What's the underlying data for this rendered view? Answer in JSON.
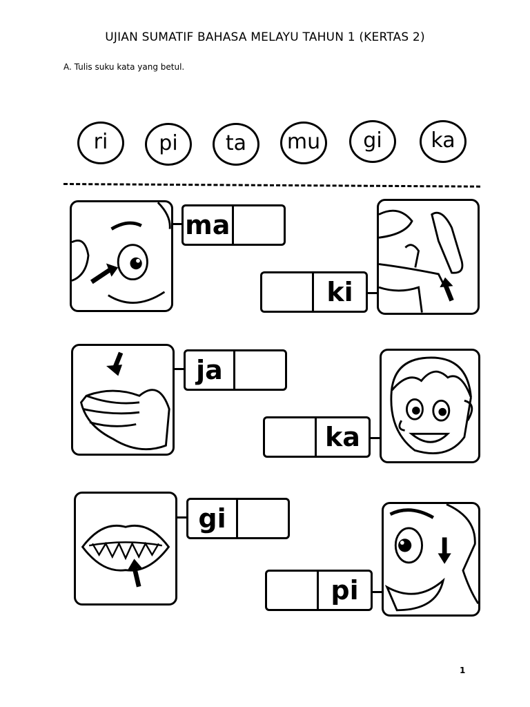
{
  "page_title": "UJIAN SUMATIF BAHASA MELAYU TAHUN 1 (KERTAS 2)",
  "instruction": "A. Tulis suku kata yang betul.",
  "page_number": "1",
  "syllable_bank": [
    "ri",
    "pi",
    "ta",
    "mu",
    "gi",
    "ka"
  ],
  "exercises": [
    {
      "given": "ma",
      "answer_value": "",
      "picture": "eye-icon"
    },
    {
      "given": "ki",
      "answer_value": "",
      "picture": "foot-icon"
    },
    {
      "given": "ja",
      "answer_value": "",
      "picture": "finger-icon"
    },
    {
      "given": "ka",
      "answer_value": "",
      "picture": "boy-face-icon"
    },
    {
      "given": "gi",
      "answer_value": "",
      "picture": "teeth-icon"
    },
    {
      "given": "pi",
      "answer_value": "",
      "picture": "cheek-icon"
    }
  ]
}
